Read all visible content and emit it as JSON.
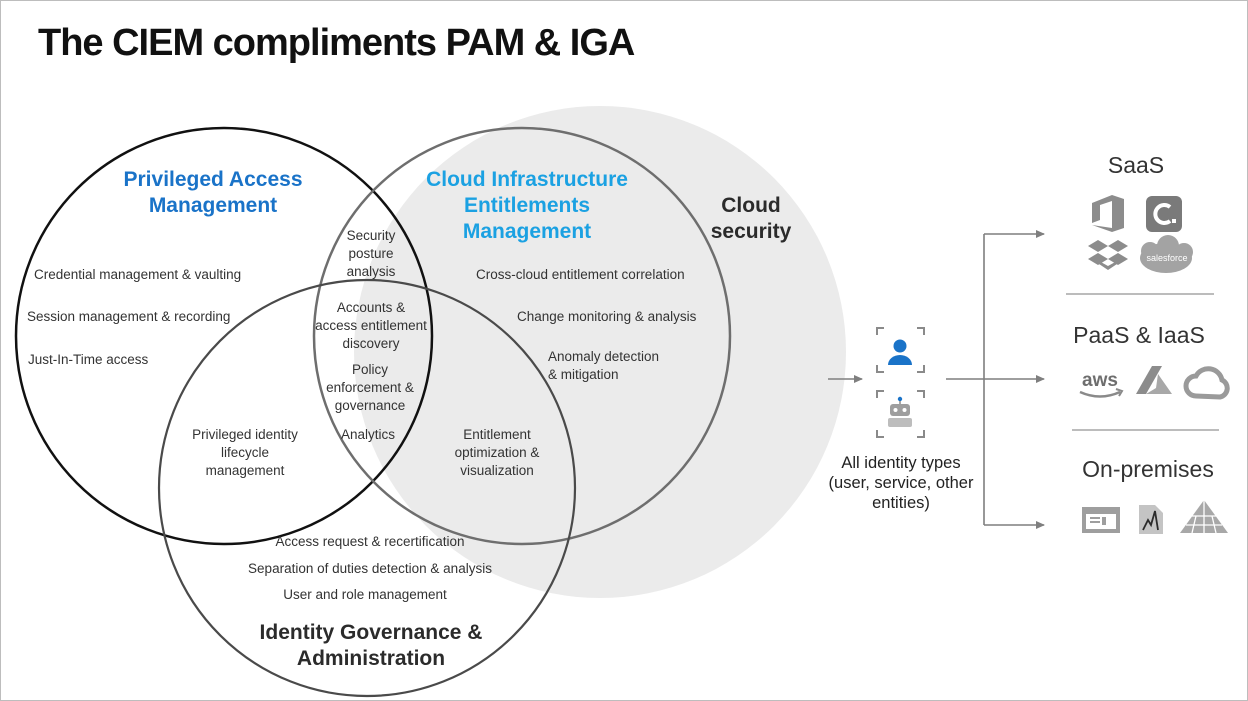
{
  "title": "The CIEM compliments PAM & IGA",
  "pam": {
    "heading_line1": "Privileged Access",
    "heading_line2": "Management",
    "items": [
      "Credential management & vaulting",
      "Session management & recording",
      "Just-In-Time access"
    ]
  },
  "ciem": {
    "heading_line1": "Cloud Infrastructure",
    "heading_line2": "Entitlements",
    "heading_line3": "Management",
    "items": [
      "Cross-cloud entitlement correlation",
      "Change monitoring & analysis",
      "Anomaly detection",
      "& mitigation"
    ]
  },
  "cloud_security": {
    "line1": "Cloud",
    "line2": "security"
  },
  "overlaps": {
    "pam_ciem": [
      "Security",
      "posture",
      "analysis"
    ],
    "center": [
      "Accounts &",
      "access entitlement",
      "discovery",
      "Policy",
      "enforcement &",
      "governance",
      "Analytics"
    ],
    "pam_iga": [
      "Privileged identity",
      "lifecycle",
      "management"
    ],
    "ciem_iga": [
      "Entitlement",
      "optimization &",
      "visualization"
    ]
  },
  "iga": {
    "items": [
      "Access request & recertification",
      "Separation of duties detection & analysis",
      "User and role management"
    ],
    "heading_line1": "Identity Governance &",
    "heading_line2": "Administration"
  },
  "identity": {
    "line1": "All identity types",
    "line2": "(user, service, other",
    "line3": "entities)"
  },
  "targets": {
    "saas": "SaaS",
    "paas_iaas": "PaaS & IaaS",
    "on_prem": "On-premises",
    "salesforce_logo_text": "salesforce",
    "aws_logo_text": "aws"
  },
  "colors": {
    "pam_heading": "#1a73c8",
    "ciem_heading": "#1ba1e2",
    "cloud_bubble": "#ebebeb",
    "arrow": "#7f7f7f"
  }
}
